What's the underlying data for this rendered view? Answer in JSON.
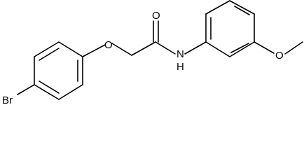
{
  "molecule": {
    "atoms": {
      "bromine": "Br",
      "ether_oxygen": "O",
      "carbonyl_oxygen": "O",
      "amide_nitrogen": "N",
      "amide_hydrogen": "H",
      "methoxy_oxygen": "O"
    }
  }
}
